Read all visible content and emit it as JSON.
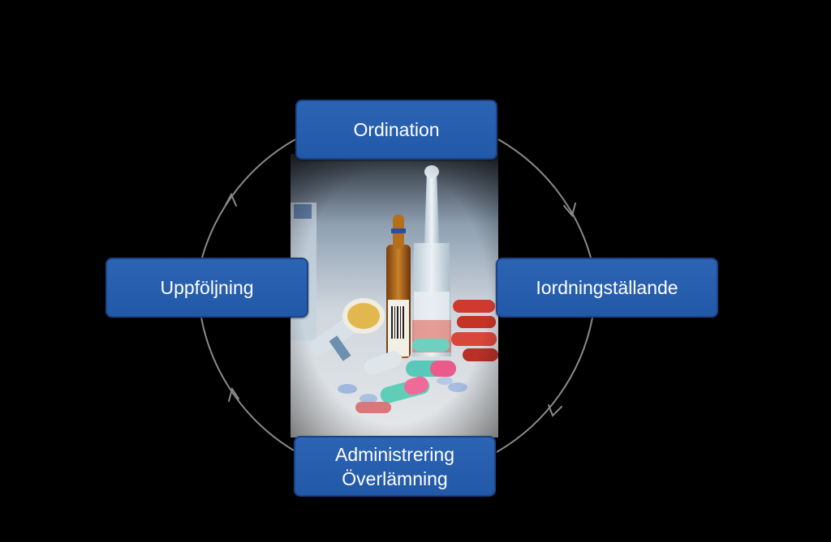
{
  "diagram": {
    "background_color": "#000000",
    "node_color": "#2a5fb0",
    "connector_color": "#8a8a8a",
    "center_image": "medication-vials-pills-photo",
    "nodes": {
      "ordination": {
        "label": "Ordination"
      },
      "iordningstallande": {
        "label": "Iordningställande"
      },
      "uppfoljning": {
        "label": "Uppföljning"
      },
      "administrering": {
        "line1": "Administrering",
        "line2": "Överlämning"
      }
    },
    "flow_direction": "clockwise"
  }
}
